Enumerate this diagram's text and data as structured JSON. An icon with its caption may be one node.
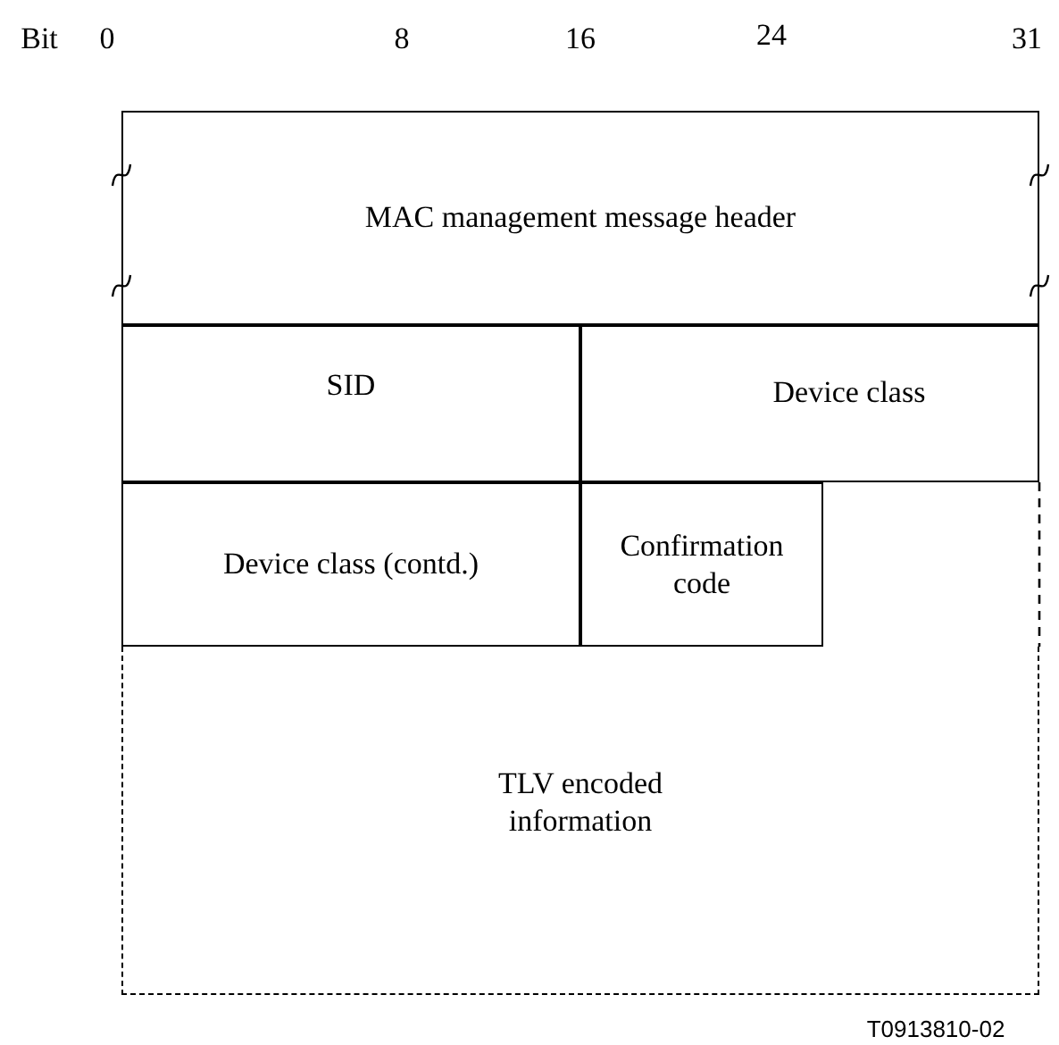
{
  "diagram": {
    "nodes": [
      {
        "text": [
          "MAC management message header"
        ]
      },
      {
        "text": [
          "SID"
        ]
      },
      {
        "text": [
          "Device class"
        ]
      },
      {
        "text": [
          "Device class (contd.)"
        ]
      },
      {
        "text": [
          "Confirmation code"
        ]
      },
      {
        "text": [
          "TLV encoded information"
        ]
      }
    ],
    "labels": [
      "Bit",
      "0",
      "8",
      "16",
      "24",
      "31",
      "T0913810-02"
    ]
  }
}
